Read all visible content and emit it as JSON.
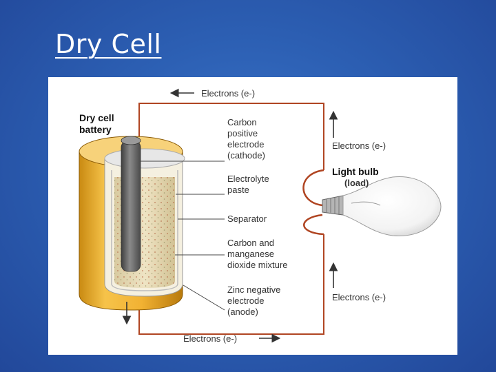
{
  "slide": {
    "title": "Dry Cell"
  },
  "diagram": {
    "heading_lines": [
      "Dry cell",
      "battery"
    ],
    "top_label": "Electrons (e-)",
    "bottom_label": "Electrons (e-)",
    "right_top_label": "Electrons (e-)",
    "right_bottom_label": "Electrons (e-)",
    "bulb_label_lines": [
      "Light bulb",
      "(load)"
    ],
    "parts": [
      {
        "lines": [
          "Carbon",
          "positive",
          "electrode",
          "(cathode)"
        ]
      },
      {
        "lines": [
          "Electrolyte",
          "paste"
        ]
      },
      {
        "lines": [
          "Separator"
        ]
      },
      {
        "lines": [
          "Carbon and",
          "manganese",
          "dioxide mixture"
        ]
      },
      {
        "lines": [
          "Zinc negative",
          "electrode",
          "(anode)"
        ]
      }
    ],
    "colors": {
      "zinc_casing": "#f2b233",
      "carbon_rod": "#6d6d6d",
      "paste": "#e9ddb8",
      "wire": "#b04522"
    }
  }
}
